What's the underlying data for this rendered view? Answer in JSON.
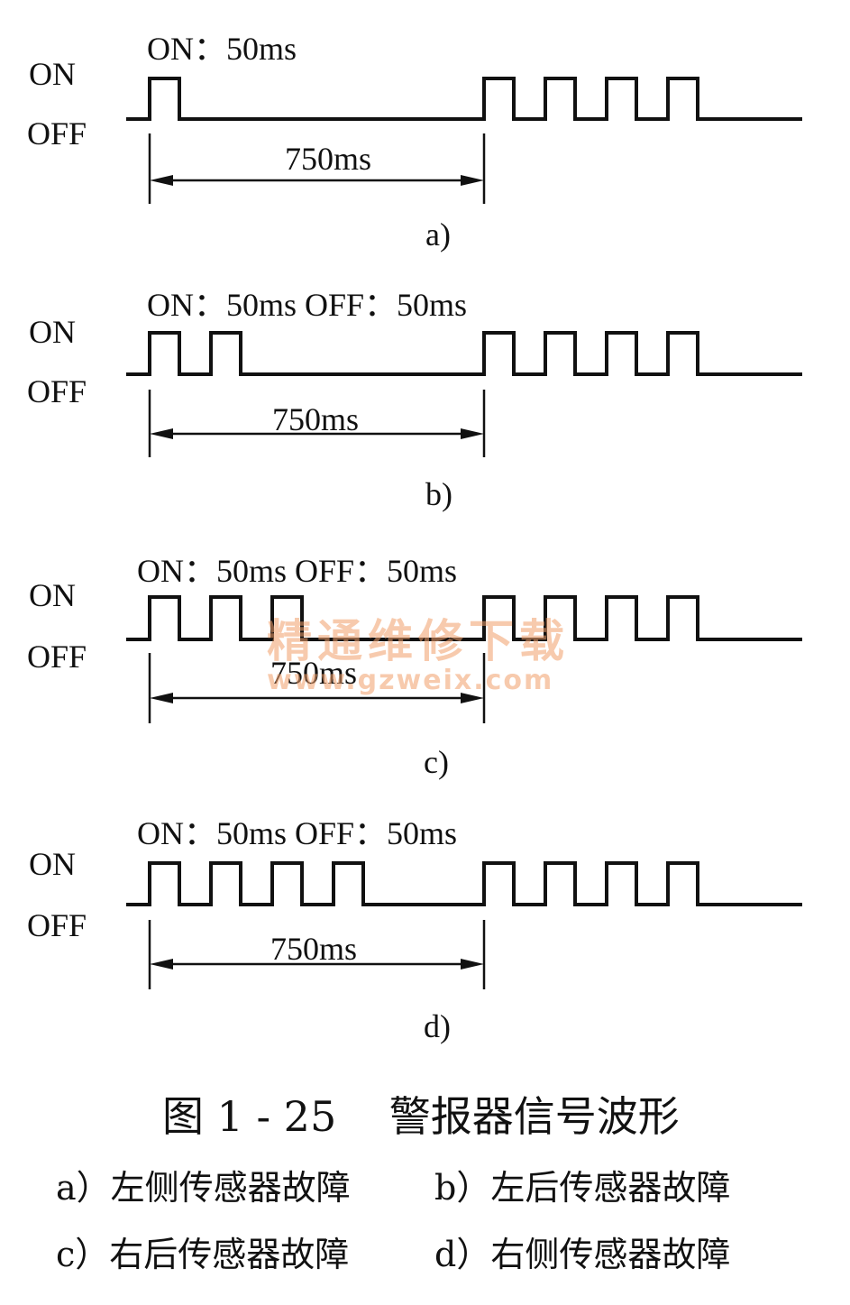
{
  "panels": [
    {
      "id": "a",
      "timing_label": "ON：50ms",
      "on_label": "ON",
      "off_label": "OFF",
      "interval_label": "750ms",
      "caption": "a)",
      "first_burst_pulses": 1,
      "second_burst_pulses": 4
    },
    {
      "id": "b",
      "timing_label": "ON：50ms OFF：50ms",
      "on_label": "ON",
      "off_label": "OFF",
      "interval_label": "750ms",
      "caption": "b)",
      "first_burst_pulses": 2,
      "second_burst_pulses": 4
    },
    {
      "id": "c",
      "timing_label": "ON：50ms  OFF：50ms",
      "on_label": "ON",
      "off_label": "OFF",
      "interval_label": "750ms",
      "caption": "c)",
      "first_burst_pulses": 3,
      "second_burst_pulses": 4
    },
    {
      "id": "d",
      "timing_label": "ON：50ms   OFF：50ms",
      "on_label": "ON",
      "off_label": "OFF",
      "interval_label": "750ms",
      "caption": "d)",
      "first_burst_pulses": 4,
      "second_burst_pulses": 4
    }
  ],
  "figure_title": "图 1 - 25    警报器信号波形",
  "legend": [
    "a）左侧传感器故障",
    "b）左后传感器故障",
    "c）右后传感器故障",
    "d）右侧传感器故障"
  ],
  "watermark": {
    "main": "精通维修下载",
    "sub": "www.gzweix.com",
    "color": "#f2a06b"
  }
}
